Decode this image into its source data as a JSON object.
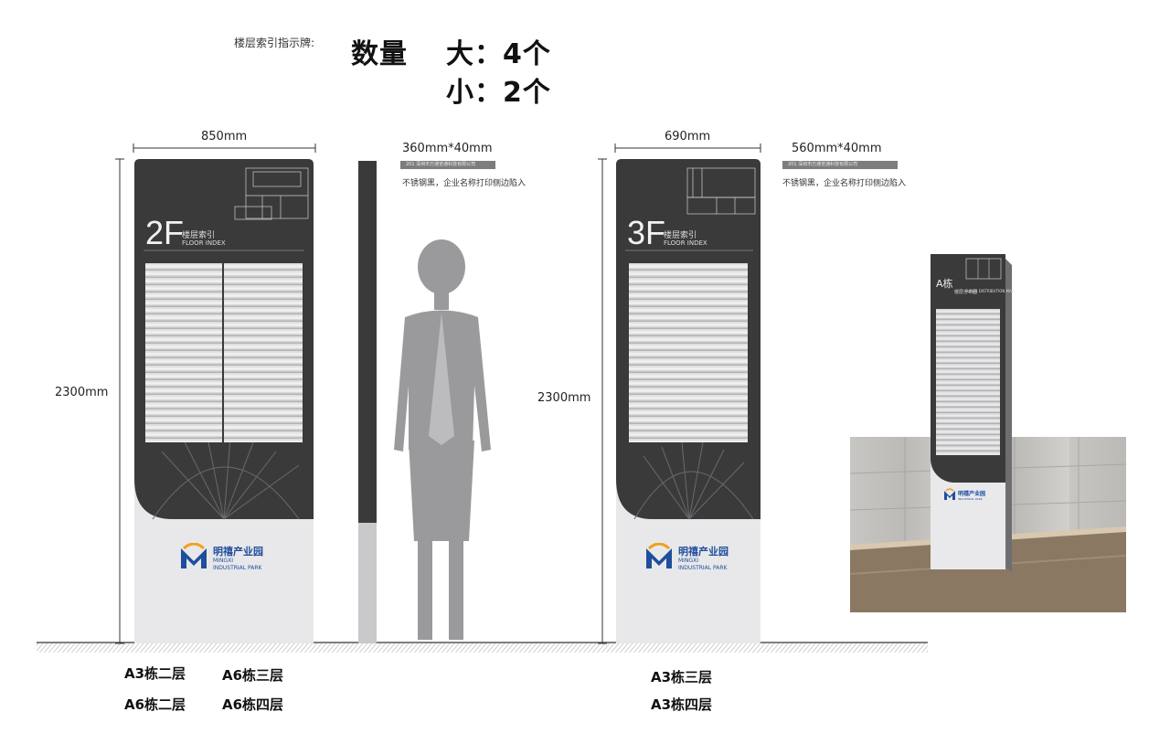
{
  "header": {
    "title": "楼层索引指示牌:",
    "quantity_label": "数量",
    "large_label": "大：4个",
    "small_label": "小：2个"
  },
  "sign_large": {
    "width_label": "850mm",
    "height_label": "2300mm",
    "floor_number": "2F",
    "floor_cn": "楼层索引",
    "floor_en": "FLOOR INDEX",
    "logo_cn": "明禧产业园",
    "logo_en1": "MINGXI",
    "logo_en2": "INDUSTRIAL PARK",
    "plate_size": "360mm*40mm",
    "plate_text": "201  深圳市万通览通科技有限公司",
    "material_note": "不锈钢黑，企业名称打印侧边陷入",
    "locations": [
      "A3栋二层",
      "A6栋三层",
      "A6栋二层",
      "A6栋四层"
    ]
  },
  "sign_small": {
    "width_label": "690mm",
    "height_label": "2300mm",
    "floor_number": "3F",
    "floor_cn": "楼层索引",
    "floor_en": "FLOOR INDEX",
    "logo_cn": "明禧产业园",
    "logo_en1": "MINGXI",
    "logo_en2": "INDUSTRIAL PARK",
    "plate_size": "560mm*40mm",
    "plate_text": "201      深圳市万通览通科技有限公司",
    "material_note": "不锈钢黑，企业名称打印侧边陷入",
    "locations": [
      "A3栋三层",
      "A3栋四层"
    ]
  },
  "photo": {
    "building_letter": "A栋",
    "sign_title": "楼层分布图",
    "sign_en": "FLOOR DISTRIBUTION MAP",
    "logo_cn": "明禧产业园",
    "logo_en": "INDUSTRIAL PARK"
  },
  "colors": {
    "panel_dark": "#3b3a3b",
    "panel_light": "#e6e6e8",
    "logo_blue": "#1f4e9c",
    "logo_orange": "#f0a21e"
  }
}
